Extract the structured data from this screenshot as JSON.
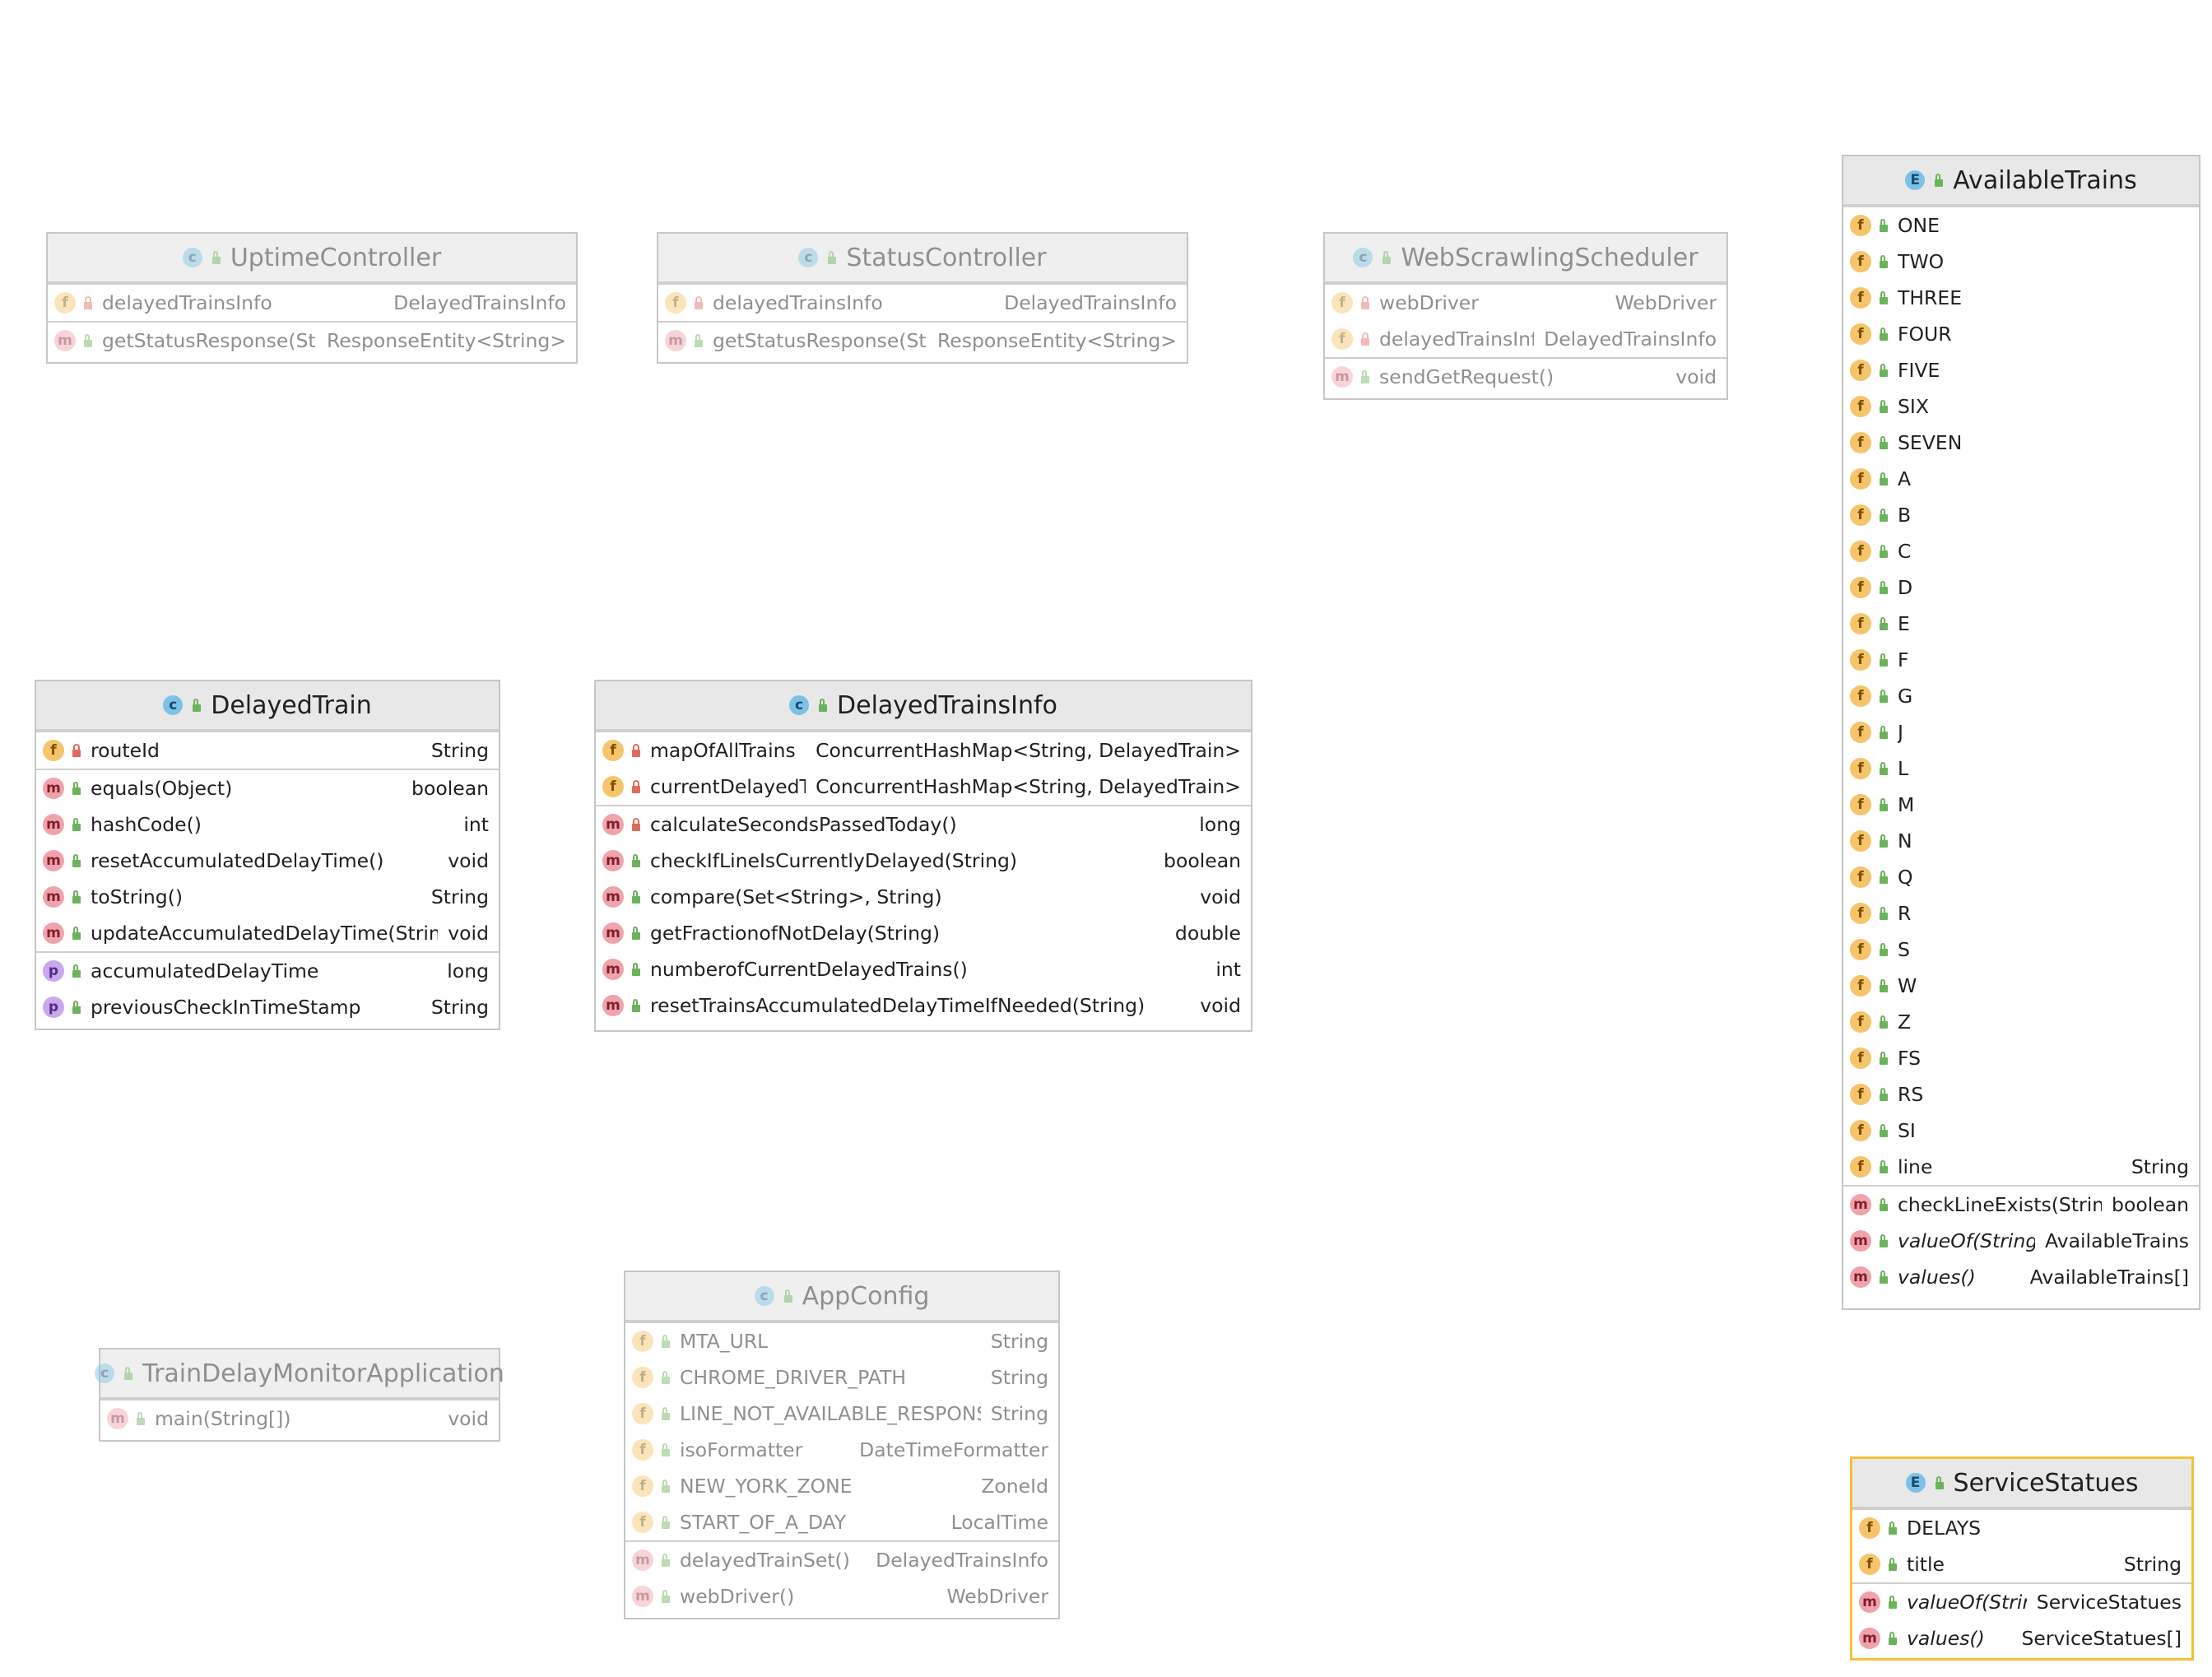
{
  "classes": {
    "uptime_controller": {
      "name": "UptimeController",
      "kind": "C",
      "fields": [
        {
          "name": "delayedTrainsInfo",
          "type": "DelayedTrainsInfo",
          "vis": "private"
        }
      ],
      "methods": [
        {
          "name": "getStatusResponse(String)",
          "type": "ResponseEntity<String>",
          "vis": "public"
        }
      ]
    },
    "status_controller": {
      "name": "StatusController",
      "kind": "C",
      "fields": [
        {
          "name": "delayedTrainsInfo",
          "type": "DelayedTrainsInfo",
          "vis": "private"
        }
      ],
      "methods": [
        {
          "name": "getStatusResponse(String)",
          "type": "ResponseEntity<String>",
          "vis": "public"
        }
      ]
    },
    "web_scrawling_scheduler": {
      "name": "WebScrawlingScheduler",
      "kind": "C",
      "fields": [
        {
          "name": "webDriver",
          "type": "WebDriver",
          "vis": "private"
        },
        {
          "name": "delayedTrainsInfo",
          "type": "DelayedTrainsInfo",
          "vis": "private"
        }
      ],
      "methods": [
        {
          "name": "sendGetRequest()",
          "type": "void",
          "vis": "public"
        }
      ]
    },
    "delayed_train": {
      "name": "DelayedTrain",
      "kind": "C",
      "fields": [
        {
          "name": "routeId",
          "type": "String",
          "vis": "private"
        }
      ],
      "methods": [
        {
          "name": "equals(Object)",
          "type": "boolean"
        },
        {
          "name": "hashCode()",
          "type": "int"
        },
        {
          "name": "resetAccumulatedDelayTime()",
          "type": "void"
        },
        {
          "name": "toString()",
          "type": "String"
        },
        {
          "name": "updateAccumulatedDelayTime(String)",
          "type": "void"
        }
      ],
      "properties": [
        {
          "name": "accumulatedDelayTime",
          "type": "long"
        },
        {
          "name": "previousCheckInTimeStamp",
          "type": "String"
        }
      ]
    },
    "delayed_trains_info": {
      "name": "DelayedTrainsInfo",
      "kind": "C",
      "fields": [
        {
          "name": "mapOfAllTrains",
          "type": "ConcurrentHashMap<String, DelayedTrain>"
        },
        {
          "name": "currentDelayedTrains",
          "type": "ConcurrentHashMap<String, DelayedTrain>"
        }
      ],
      "methods": [
        {
          "name": "calculateSecondsPassedToday()",
          "type": "long",
          "vis": "private"
        },
        {
          "name": "checkIfLineIsCurrentlyDelayed(String)",
          "type": "boolean",
          "vis": "public"
        },
        {
          "name": "compare(Set<String>, String)",
          "type": "void",
          "vis": "public"
        },
        {
          "name": "getFractionofNotDelay(String)",
          "type": "double",
          "vis": "public"
        },
        {
          "name": "numberofCurrentDelayedTrains()",
          "type": "int",
          "vis": "public"
        },
        {
          "name": "resetTrainsAccumulatedDelayTimeIfNeeded(String)",
          "type": "void",
          "vis": "public"
        }
      ]
    },
    "available_trains": {
      "name": "AvailableTrains",
      "kind": "E",
      "constants": [
        "ONE",
        "TWO",
        "THREE",
        "FOUR",
        "FIVE",
        "SIX",
        "SEVEN",
        "A",
        "B",
        "C",
        "D",
        "E",
        "F",
        "G",
        "J",
        "L",
        "M",
        "N",
        "Q",
        "R",
        "S",
        "W",
        "Z",
        "FS",
        "RS",
        "SI"
      ],
      "fields": [
        {
          "name": "line",
          "type": "String"
        }
      ],
      "methods": [
        {
          "name": "checkLineExists(String)",
          "type": "boolean",
          "italic": false
        },
        {
          "name": "valueOf(String)",
          "type": "AvailableTrains",
          "italic": true
        },
        {
          "name": "values()",
          "type": "AvailableTrains[]",
          "italic": true
        }
      ]
    },
    "app_config": {
      "name": "AppConfig",
      "kind": "C",
      "fields": [
        {
          "name": "MTA_URL",
          "type": "String"
        },
        {
          "name": "CHROME_DRIVER_PATH",
          "type": "String"
        },
        {
          "name": "LINE_NOT_AVAILABLE_RESPONSE",
          "type": "String"
        },
        {
          "name": "isoFormatter",
          "type": "DateTimeFormatter"
        },
        {
          "name": "NEW_YORK_ZONE",
          "type": "ZoneId"
        },
        {
          "name": "START_OF_A_DAY",
          "type": "LocalTime"
        }
      ],
      "methods": [
        {
          "name": "delayedTrainSet()",
          "type": "DelayedTrainsInfo"
        },
        {
          "name": "webDriver()",
          "type": "WebDriver"
        }
      ]
    },
    "train_delay_monitor_application": {
      "name": "TrainDelayMonitorApplication",
      "kind": "C",
      "methods": [
        {
          "name": "main(String[])",
          "type": "void"
        }
      ]
    },
    "service_statues": {
      "name": "ServiceStatues",
      "kind": "E",
      "constants": [
        "DELAYS"
      ],
      "fields": [
        {
          "name": "title",
          "type": "String"
        }
      ],
      "methods": [
        {
          "name": "valueOf(String)",
          "type": "ServiceStatues",
          "italic": true
        },
        {
          "name": "values()",
          "type": "ServiceStatues[]",
          "italic": true
        }
      ]
    }
  },
  "colors": {
    "selection_border": "#f2c233",
    "header_bg": "#e8e8e8",
    "field_badge": "#f6c46b",
    "method_badge": "#f0a2ad",
    "property_badge": "#c9a8ee",
    "class_badge": "#7ec1e6"
  }
}
